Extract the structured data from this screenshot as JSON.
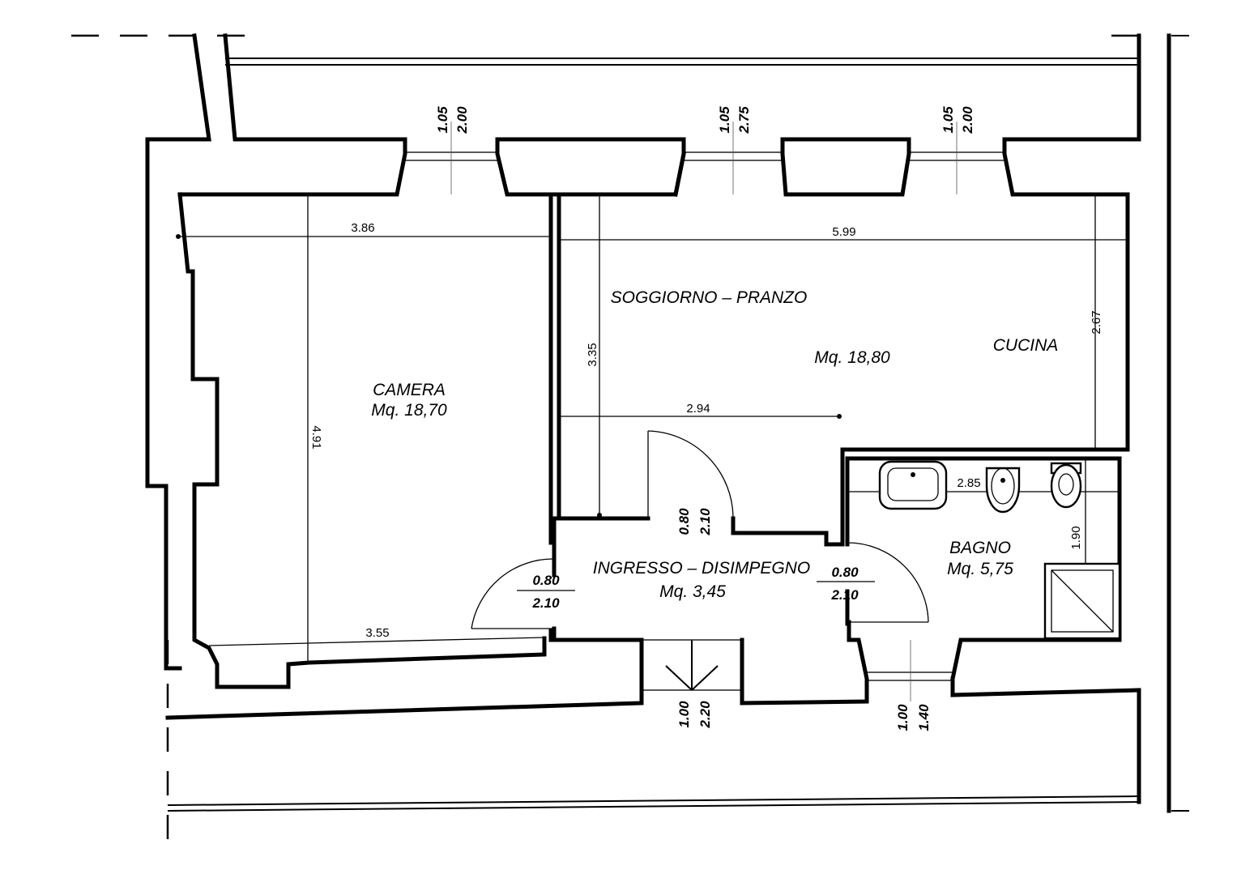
{
  "rooms": {
    "camera": {
      "name": "CAMERA",
      "area": "Mq.  18,70"
    },
    "soggiorno": {
      "name": "SOGGIORNO  –  PRANZO",
      "area": "Mq.  18,80"
    },
    "cucina": {
      "name": "CUCINA"
    },
    "ingresso": {
      "name": "INGRESSO  –  DISIMPEGNO",
      "area": "Mq.  3,45"
    },
    "bagno": {
      "name": "BAGNO",
      "area": "Mq.  5,75"
    }
  },
  "dimensions": {
    "camera_width_top": "3.86",
    "camera_width_bottom": "3.55",
    "camera_depth": "4.91",
    "soggiorno_width": "5.99",
    "soggiorno_depth": "3.35",
    "soggiorno_partial": "2.94",
    "cucina_depth": "2.67",
    "bagno_width": "2.85",
    "bagno_depth": "1.90"
  },
  "openings": {
    "window_1": {
      "width": "1.05",
      "height": "2.00"
    },
    "window_2": {
      "width": "1.05",
      "height": "2.75"
    },
    "window_3": {
      "width": "1.05",
      "height": "2.00"
    },
    "door_soggiorno": {
      "width": "0.80",
      "height": "2.10"
    },
    "door_camera": {
      "width": "0.80",
      "height": "2.10"
    },
    "door_bagno": {
      "width": "0.80",
      "height": "2.10"
    },
    "entrance": {
      "width": "1.00",
      "height": "2.20"
    },
    "window_bagno": {
      "width": "1.00",
      "height": "1.40"
    }
  },
  "icons": {
    "sink": "sink-icon",
    "bidet": "bidet-icon",
    "toilet": "toilet-icon",
    "shower": "shower-tray-icon"
  }
}
